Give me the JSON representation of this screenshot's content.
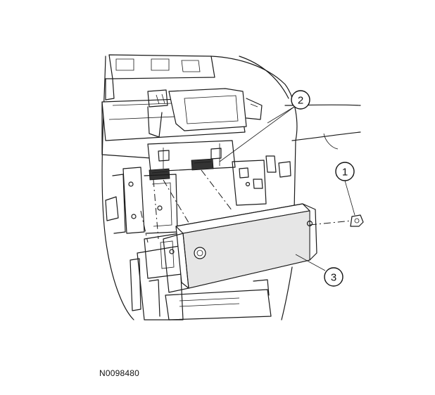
{
  "figure": {
    "id_label": "N0098480"
  },
  "callouts": [
    {
      "number": "1"
    },
    {
      "number": "2"
    },
    {
      "number": "3"
    }
  ]
}
